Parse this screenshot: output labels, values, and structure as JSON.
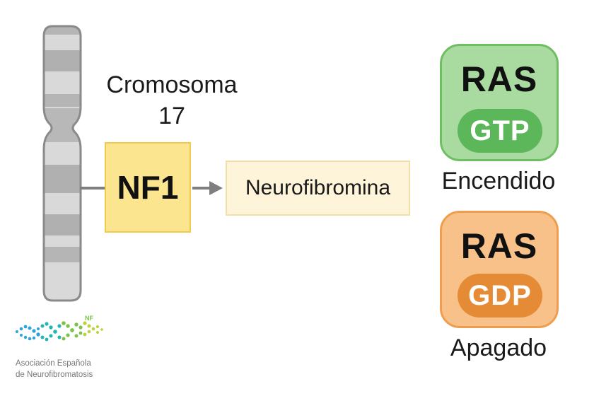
{
  "chromosome": {
    "label_line1": "Cromosoma",
    "label_line2": "17"
  },
  "gene": {
    "label": "NF1"
  },
  "protein": {
    "label": "Neurofibromina"
  },
  "ras_on": {
    "title": "RAS",
    "nucleotide": "GTP",
    "state": "Encendido"
  },
  "ras_off": {
    "title": "RAS",
    "nucleotide": "GDP",
    "state": "Apagado"
  },
  "logo": {
    "line1": "Asociación Española",
    "line2": "de Neurofibromatosis",
    "mark": "NF"
  },
  "colors": {
    "gene_fill": "#fbe68f",
    "protein_fill": "#fdf4d9",
    "ras_on_fill": "#a9dba0",
    "ras_on_pill": "#5cb65a",
    "ras_off_fill": "#f8c18a",
    "ras_off_pill": "#e58b35",
    "chromosome_band_dark": "#b0b0b0",
    "chromosome_band_light": "#d9d9d9"
  }
}
